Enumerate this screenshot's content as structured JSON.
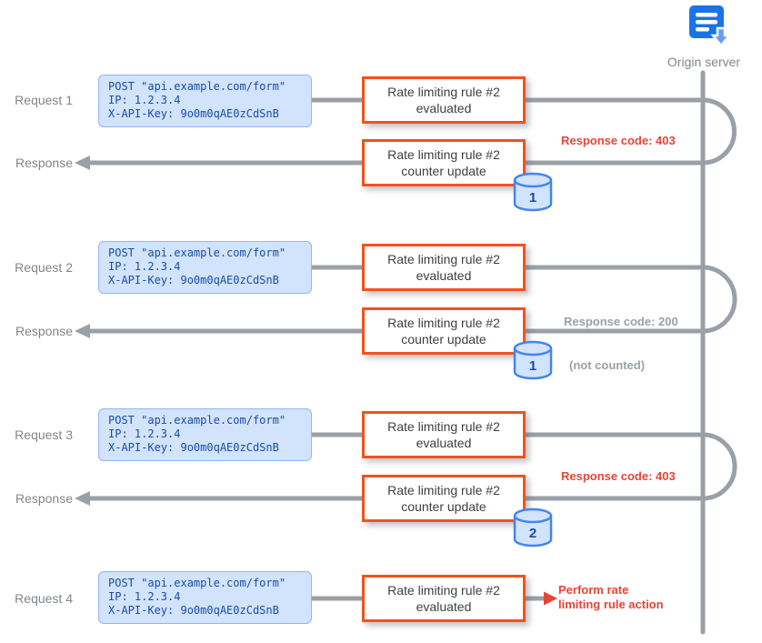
{
  "origin_server": {
    "label": "Origin server"
  },
  "request_payload": {
    "line1": "POST \"api.example.com/form\"",
    "line2": "IP: 1.2.3.4",
    "line3": "X-API-Key: 9o0m0qAE0zCdSnB"
  },
  "rule_box": {
    "evaluated_line1": "Rate limiting rule #2",
    "evaluated_line2": "evaluated",
    "counter_line1": "Rate limiting rule #2",
    "counter_line2": "counter update"
  },
  "exchanges": [
    {
      "request_label": "Request 1",
      "response_label": "Response",
      "counter_value": "1",
      "response_note": "Response code: 403",
      "note_color": "#ea4335"
    },
    {
      "request_label": "Request 2",
      "response_label": "Response",
      "counter_value": "1",
      "response_note": "Response code: 200",
      "response_note_extra": "(not counted)",
      "note_color": "#9aa0a6"
    },
    {
      "request_label": "Request 3",
      "response_label": "Response",
      "counter_value": "2",
      "response_note": "Response code: 403",
      "note_color": "#ea4335"
    },
    {
      "request_label": "Request 4",
      "action_note_line1": "Perform rate",
      "action_note_line2": "limiting rule action",
      "note_color": "#ea4335"
    }
  ],
  "colors": {
    "rule_box_border": "#f4511e",
    "request_box_fill": "#d2e3fc",
    "request_box_text": "#174ea6",
    "line_gray": "#9aa0a6",
    "note_red": "#ea4335",
    "note_gray": "#9aa0a6",
    "db_stroke": "#4285f4",
    "icon_blue": "#1a73e8"
  }
}
